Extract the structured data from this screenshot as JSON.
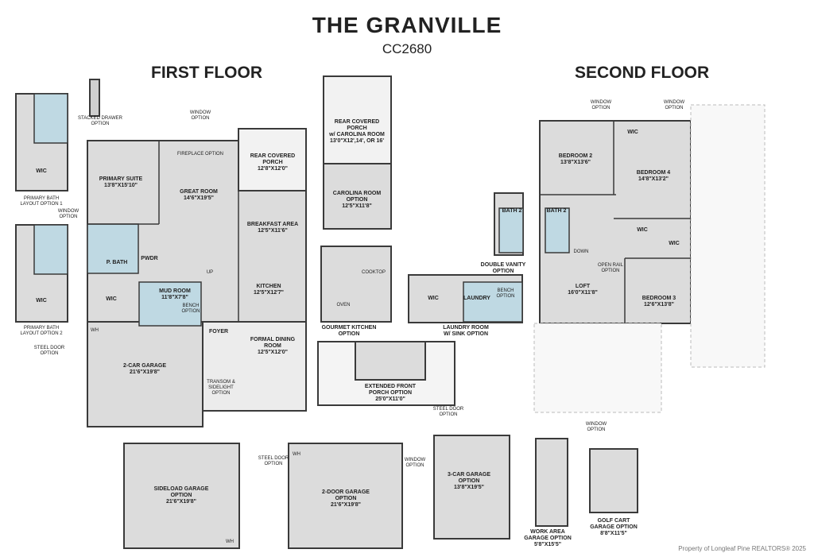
{
  "header": {
    "title": "THE GRANVILLE",
    "code": "CC2680"
  },
  "floors": {
    "first": "FIRST FLOOR",
    "second": "SECOND FLOOR"
  },
  "rooms": {
    "stacked_drawer": "STACKED DRAWER\nOPTION",
    "wic_opt1": "WIC",
    "bath_layout1": "PRIMARY BATH\nLAYOUT OPTION 1",
    "wic_opt2": "WIC",
    "bath_layout2": "PRIMARY BATH\nLAYOUT OPTION 2",
    "steel_door_left": "STEEL DOOR\nOPTION",
    "window_top": "WINDOW\nOPTION",
    "fireplace": "FIREPLACE OPTION",
    "window_side": "WINDOW\nOPTION",
    "primary_suite": "PRIMARY SUITE\n13'8\"X15'10\"",
    "great_room": "GREAT ROOM\n14'6\"X19'5\"",
    "rear_porch": "REAR COVERED\nPORCH\n12'8\"X12'0\"",
    "breakfast": "BREAKFAST AREA\n12'5\"X11'6\"",
    "p_bath": "P. BATH",
    "pwdr": "PWDR",
    "wic_primary": "WIC",
    "mud_room": "MUD ROOM\n11'8\"X7'8\"",
    "bench": "BENCH\nOPTION",
    "kitchen": "KITCHEN\n12'5\"X12'7\"",
    "foyer": "FOYER",
    "formal_dining": "FORMAL DINING\nROOM\n12'5\"X12'0\"",
    "garage_2car": "2-CAR GARAGE\n21'6\"X19'8\"",
    "transom": "TRANSOM &\nSIDELIGHT\nOPTION",
    "wh": "WH",
    "up": "UP",
    "rear_porch_carolina": "REAR COVERED\nPORCH\nw/ CAROLINA ROOM\n13'0\"X12',14', OR 16'",
    "carolina_room": "CAROLINA ROOM\nOPTION\n12'5\"X11'8\"",
    "gourmet_kitchen": "GOURMET KITCHEN\nOPTION",
    "oven": "OVEN",
    "cooktop": "COOKTOP",
    "extended_porch": "EXTENDED FRONT\nPORCH OPTION\n25'0\"X11'0\"",
    "bath2_vanity": "BATH 2",
    "double_vanity": "DOUBLE VANITY\nOPTION",
    "wic_laundry": "WIC",
    "laundry": "LAUNDRY",
    "laundry_bench": "BENCH\nOPTION",
    "laundry_sink": "LAUNDRY ROOM\nW/ SINK OPTION",
    "window_2f_a": "WINDOW\nOPTION",
    "window_2f_b": "WINDOW\nOPTION",
    "bedroom2": "BEDROOM 2\n13'8\"X13'6\"",
    "wic_bed2": "WIC",
    "bedroom4": "BEDROOM 4\n14'8\"X13'2\"",
    "bath2": "BATH 2",
    "wic_b": "WIC",
    "wic_c": "WIC",
    "down": "DOWN",
    "open_rail": "OPEN RAIL\nOPTION",
    "loft": "LOFT\n16'0\"X11'8\"",
    "bedroom3": "BEDROOM 3\n12'6\"X13'8\"",
    "window_2f_bottom": "WINDOW\nOPTION",
    "sideload": "SIDELOAD GARAGE\nOPTION\n21'6\"X19'8\"",
    "steel_door_mid": "STEEL DOOR\nOPTION",
    "two_door": "2-DOOR GARAGE\nOPTION\n21'6\"X19'8\"",
    "window_garage": "WINDOW\nOPTION",
    "steel_door_right": "STEEL DOOR\nOPTION",
    "three_car": "3-CAR GARAGE\nOPTION\n13'8\"X19'5\"",
    "work_area": "WORK AREA\nGARAGE OPTION\n5'8\"X15'5\"",
    "golf_cart": "GOLF CART\nGARAGE OPTION\n8'8\"X11'5\""
  },
  "footer": {
    "copyright": "Property of Longleaf Pine REALTORS® 2025"
  }
}
